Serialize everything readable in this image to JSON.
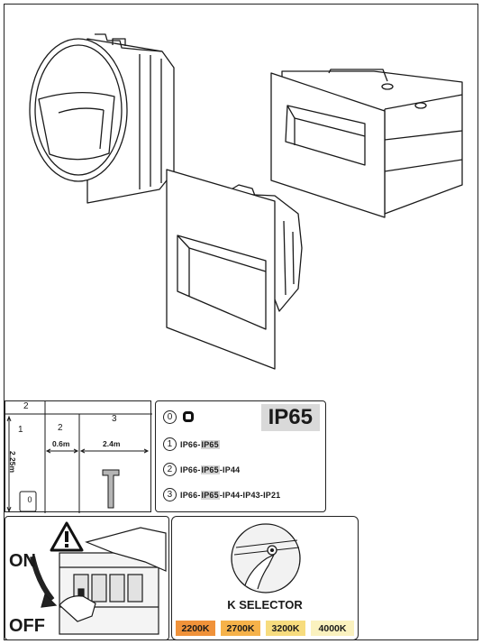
{
  "zones": {
    "zone_top": "2",
    "zone_main": "1",
    "zone_side": "2",
    "zone_far": "3",
    "zone_zero": "0",
    "height": "2.25m",
    "width_near": "0.6m",
    "width_far": "2.4m"
  },
  "ip_panel": {
    "zero": "0",
    "rating": "IP65",
    "rows": [
      {
        "num": "1",
        "pre": "IP66-",
        "hl": "IP65",
        "post": ""
      },
      {
        "num": "2",
        "pre": "IP66-",
        "hl": "IP65",
        "post": "-IP44"
      },
      {
        "num": "3",
        "pre": "IP66-",
        "hl": "IP65",
        "post": "-IP44-IP43-IP21"
      }
    ]
  },
  "switch_panel": {
    "on": "ON",
    "off": "OFF"
  },
  "k_selector": {
    "title": "K SELECTOR",
    "temps": [
      {
        "label": "2200K",
        "color": "#f0923a"
      },
      {
        "label": "2700K",
        "color": "#f6b24a"
      },
      {
        "label": "3200K",
        "color": "#f7dc7e"
      },
      {
        "label": "4000K",
        "color": "#fbf2bf"
      }
    ]
  }
}
